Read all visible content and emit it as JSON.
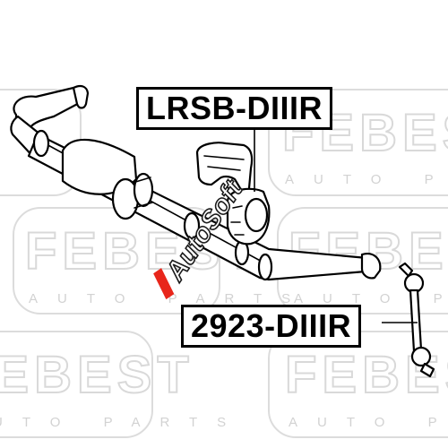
{
  "watermark": {
    "brand": "FEBEST",
    "tagline": "AUTO PARTS"
  },
  "stamp": {
    "text": "AutoSoft",
    "accent_color": "#e8261b"
  },
  "labels": {
    "stabilizer_bushing": "LRSB-DIIIR",
    "stabilizer_link": "2923-DIIIR"
  }
}
